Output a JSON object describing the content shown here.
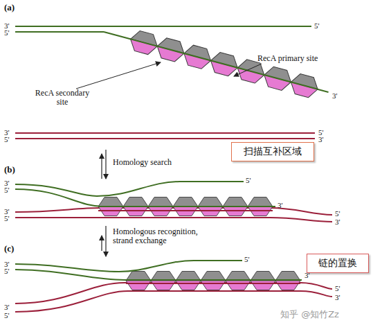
{
  "diagram": {
    "nodes": [
      {
        "text": [
          "扫描互补区域"
        ]
      },
      {
        "text": [
          "链的置换"
        ]
      }
    ],
    "labels": [
      "(a)",
      "3'",
      "5'",
      "5'",
      "RecA primary site",
      "RecA secondary site",
      "3'",
      "3'",
      "5'",
      "5'",
      "3'",
      "Homology search",
      "(b)",
      "3'",
      "5'",
      "5'",
      "3'",
      "3'",
      "5'",
      "5'",
      "3'",
      "Homologous recognition, strand exchange",
      "(c)",
      "3'",
      "5'",
      "5'",
      "3'",
      "5'",
      "3'",
      "3'",
      "5'",
      "知乎 @知竹Zz"
    ]
  }
}
